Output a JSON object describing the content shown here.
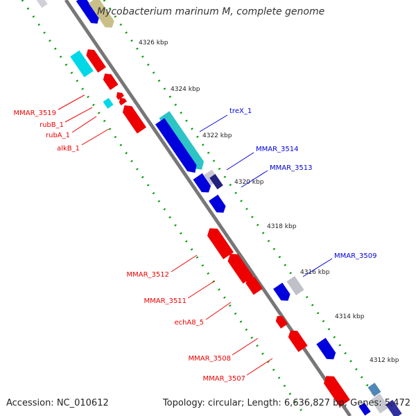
{
  "title": "Mycobacterium marinum M, complete genome",
  "footer": {
    "accession": "Accession: NC_010612",
    "summary": "Topology: circular; Length: 6,636,827 bp; Genes: 5,472"
  },
  "colors": {
    "forward_cds": "#0000dd",
    "reverse_cds": "#ee0000",
    "cyan_feature": "#00c8d8",
    "teal_feature": "#30c0c0",
    "khaki_feature": "#c8c088",
    "navy_feature": "#202080",
    "steel_feature": "#4080b0",
    "gray_feature": "#b8b8c0",
    "backbone": "#777777",
    "tick_dots": "#009900"
  },
  "kbp_ticks": [
    "4326 kbp",
    "4324 kbp",
    "4322 kbp",
    "4320 kbp",
    "4318 kbp",
    "4316 kbp",
    "4314 kbp",
    "4312 kbp"
  ],
  "labels_reverse": [
    "MMAR_3519",
    "rubB_1",
    "rubA_1",
    "alkB_1",
    "MMAR_3512",
    "MMAR_3511",
    "echA8_5",
    "MMAR_3508",
    "MMAR_3507"
  ],
  "labels_forward": [
    "treX_1",
    "MMAR_3514",
    "MMAR_3513",
    "MMAR_3509"
  ]
}
